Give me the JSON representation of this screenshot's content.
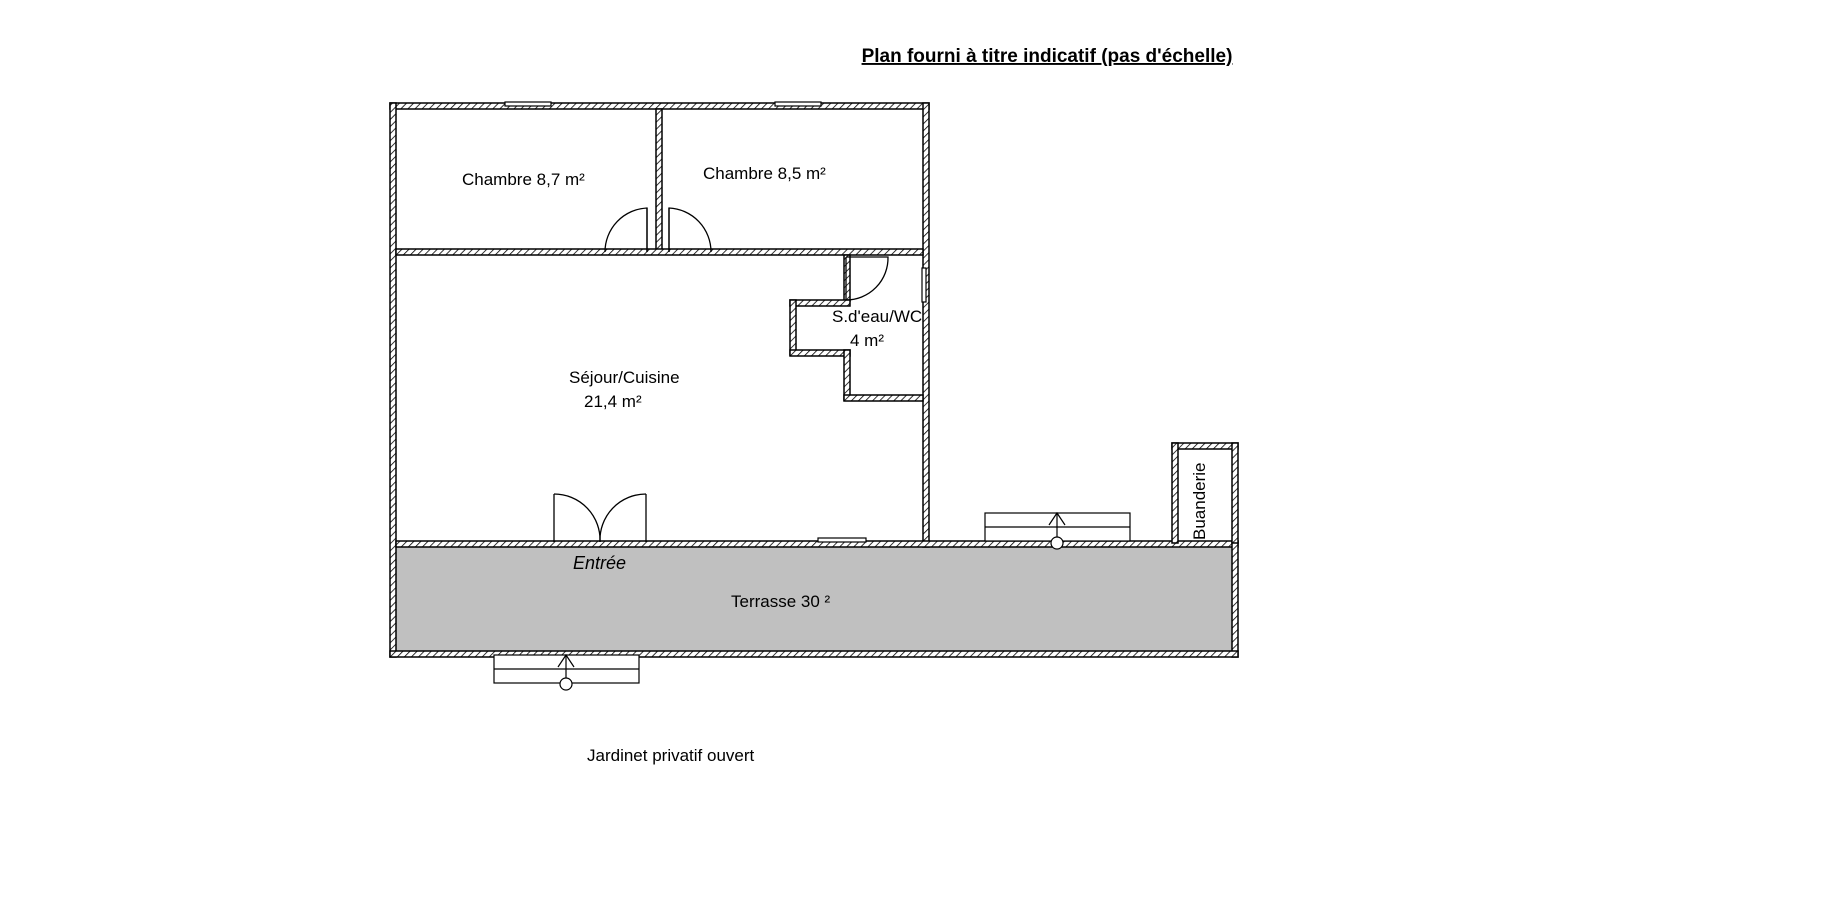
{
  "title": "Plan fourni à titre indicatif (pas d'échelle)",
  "rooms": {
    "chambre1": {
      "label": "Chambre 8,7 m²"
    },
    "chambre2": {
      "label": "Chambre 8,5 m²"
    },
    "sdeau": {
      "line1": "S.d'eau/WC",
      "line2": "4 m²"
    },
    "sejour": {
      "line1": "Séjour/Cuisine",
      "line2": "21,4 m²"
    },
    "buanderie": {
      "label": "Buanderie"
    },
    "terrasse": {
      "label": "Terrasse 30 ²"
    }
  },
  "entree": "Entrée",
  "jardin": "Jardinet privatif ouvert",
  "colors": {
    "terrasse_fill": "#c0c0c0",
    "wall": "#000000"
  }
}
